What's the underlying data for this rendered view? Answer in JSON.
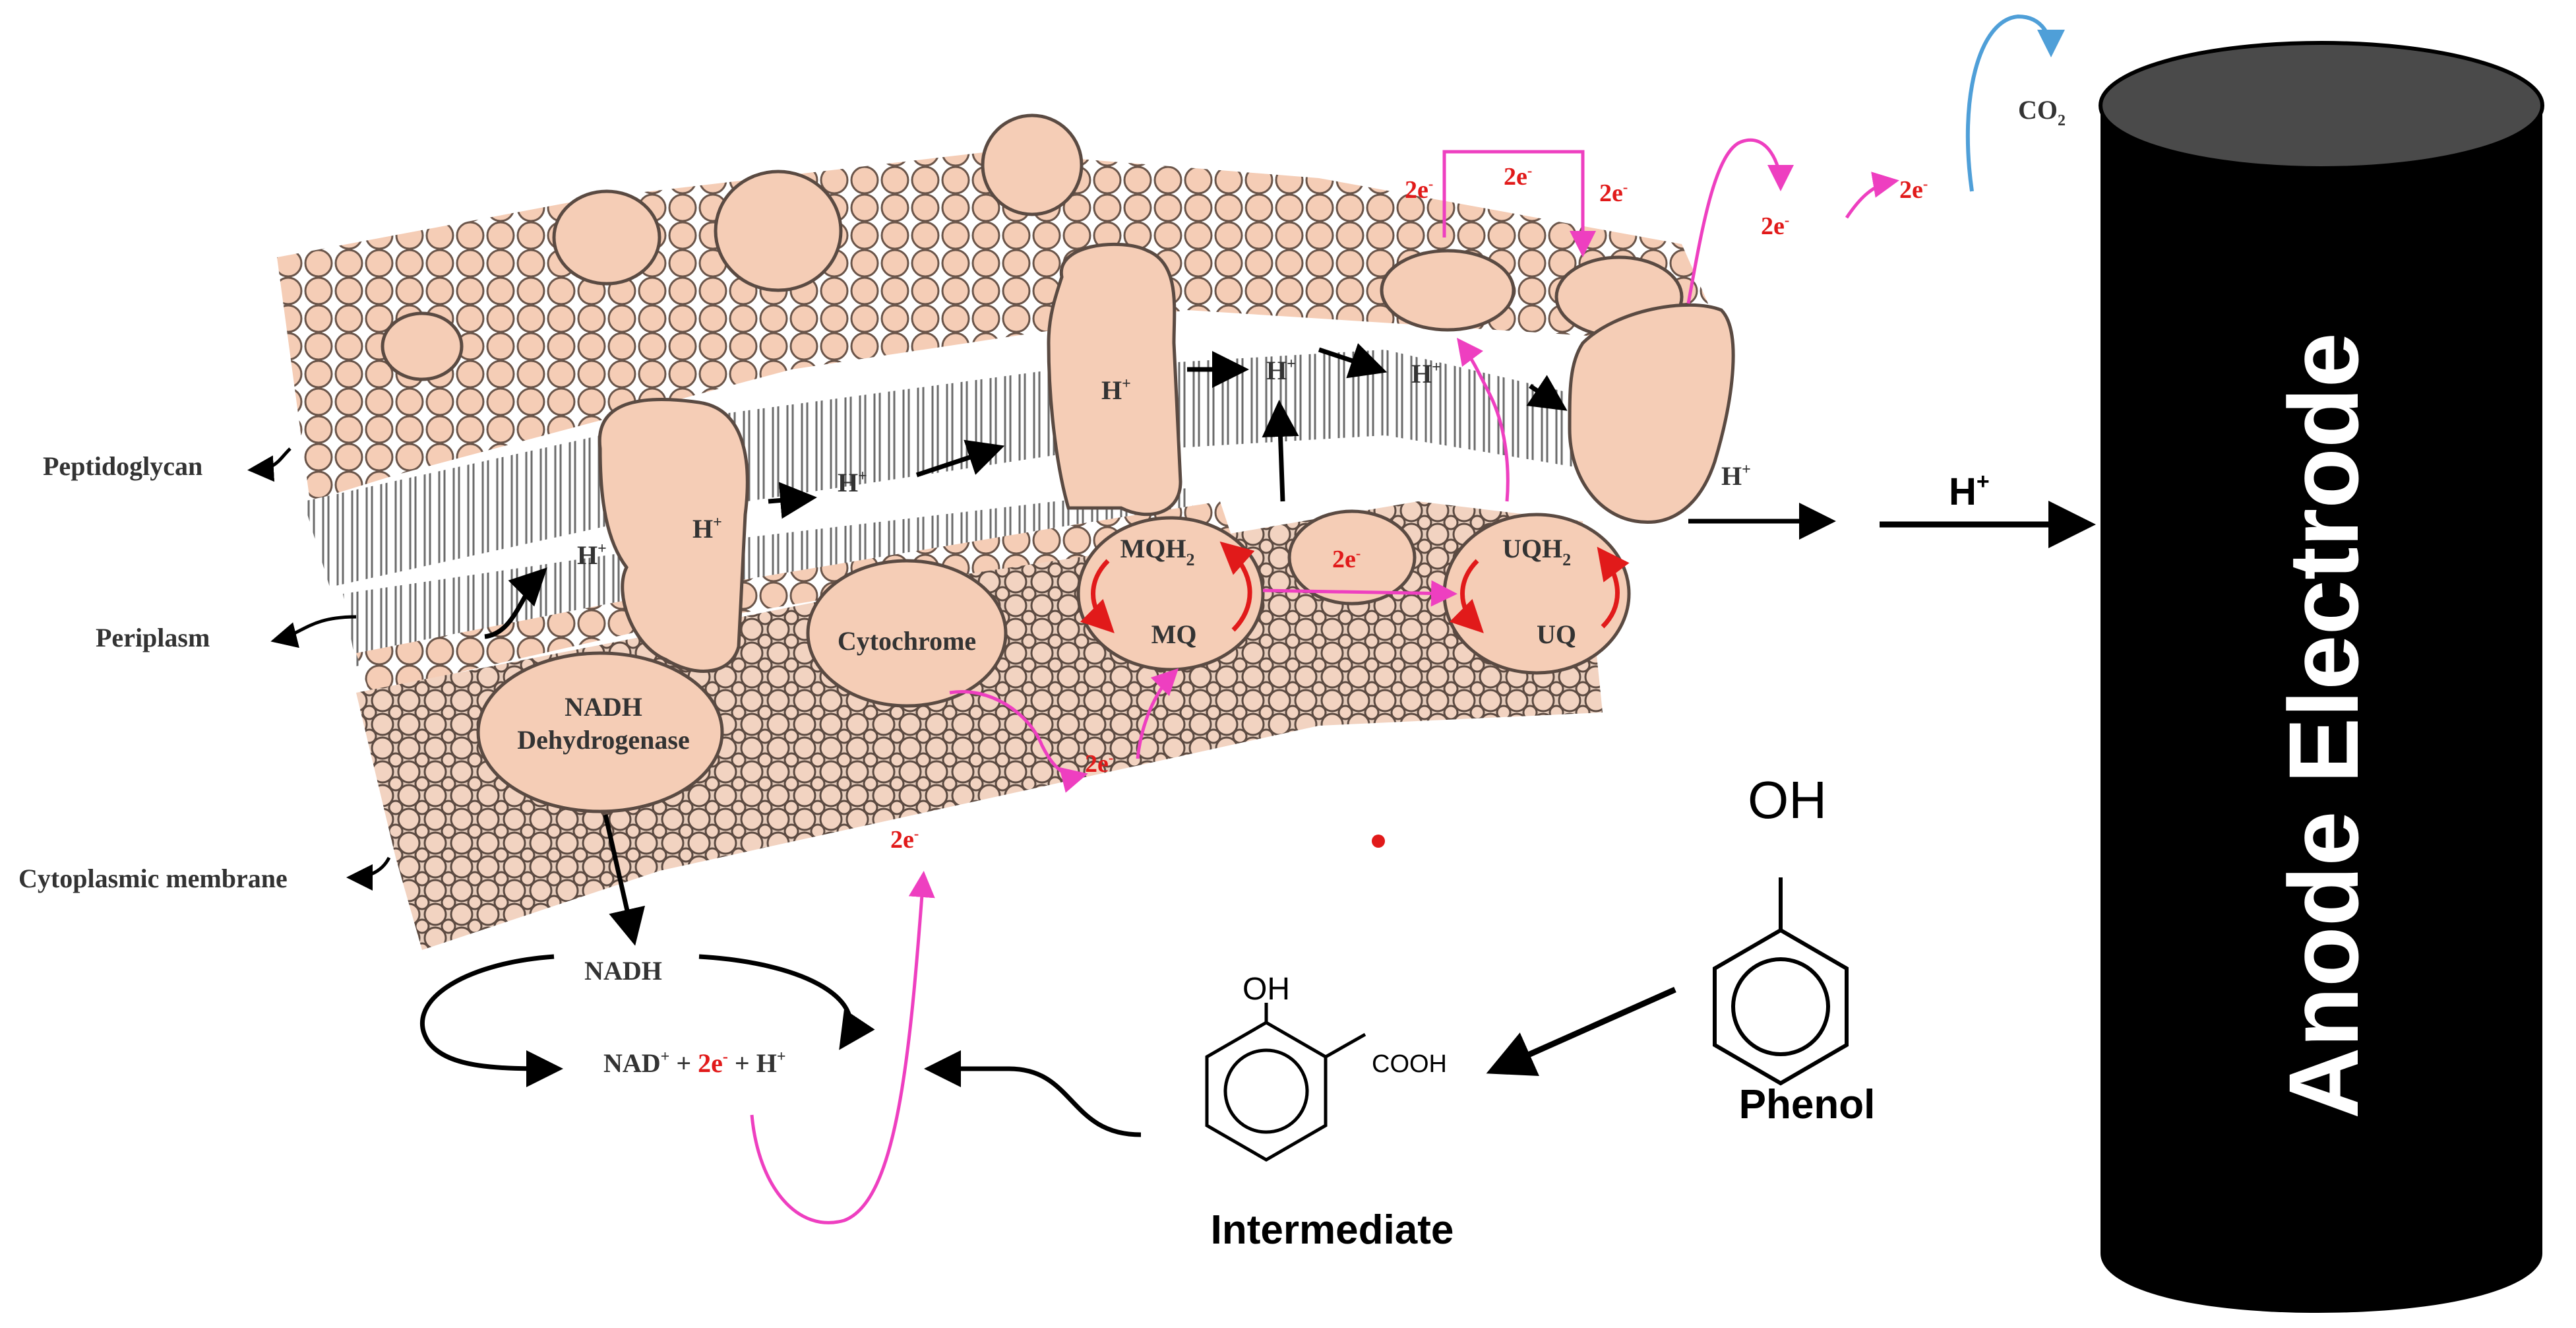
{
  "labels": {
    "peptidoglycan": "Peptidoglycan",
    "periplasm": "Periplasm",
    "cytoplasmic_membrane": "Cytoplasmic membrane",
    "nadh_dehydrogenase_1": "NADH",
    "nadh_dehydrogenase_2": "Dehydrogenase",
    "cytochrome": "Cytochrome",
    "mqh2": "MQH",
    "mq": "MQ",
    "uqh2": "UQH",
    "uq": "UQ",
    "subscript_2": "2",
    "h_plus": "H",
    "plus": "+",
    "electron_2e": "2e",
    "electron_sup": "-",
    "nadh": "NADH",
    "nad_reaction_1": "NAD",
    "nad_reaction_2": " + ",
    "nad_reaction_3": "2e",
    "nad_reaction_4": " + H",
    "co2_main": "CO",
    "intermediate": "Intermediate",
    "phenol": "Phenol",
    "oh": "OH",
    "cooh": "COOH",
    "anode_electrode": "Anode Electrode"
  },
  "colors": {
    "protein_fill": "#f5cdb6",
    "protein_stroke": "#5a4a42",
    "electron_path": "#ee3fc0",
    "red_arrow": "#e11a1a",
    "co2_arrow": "#4f9fd8",
    "anode_body": "#000000",
    "anode_top": "#4a4a4a",
    "label_text": "#333333"
  },
  "icons": {
    "anode": "cylinder-electrode",
    "phenol_structure": "benzene-ring-with-oh",
    "intermediate_structure": "salicylic-acid-ring"
  }
}
